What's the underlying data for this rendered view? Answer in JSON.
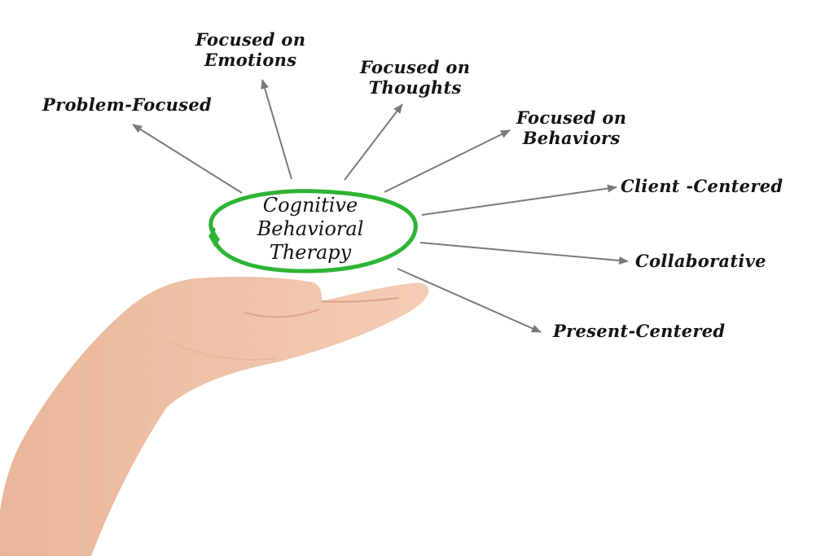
{
  "center": {
    "line1": "Cognitive",
    "line2": "Behavioral",
    "line3": "Therapy"
  },
  "labels": {
    "problem_focused": "Problem-Focused",
    "emotions_line1": "Focused on",
    "emotions_line2": "Emotions",
    "thoughts_line1": "Focused on",
    "thoughts_line2": "Thoughts",
    "behaviors_line1": "Focused on",
    "behaviors_line2": "Behaviors",
    "client_centered": "Client -Centered",
    "collaborative": "Collaborative",
    "present_centered": "Present-Centered"
  },
  "colors": {
    "ring": "#2eb335",
    "arrow": "#7a7a7a",
    "text": "#141414",
    "skin": "#f1c4a9"
  }
}
